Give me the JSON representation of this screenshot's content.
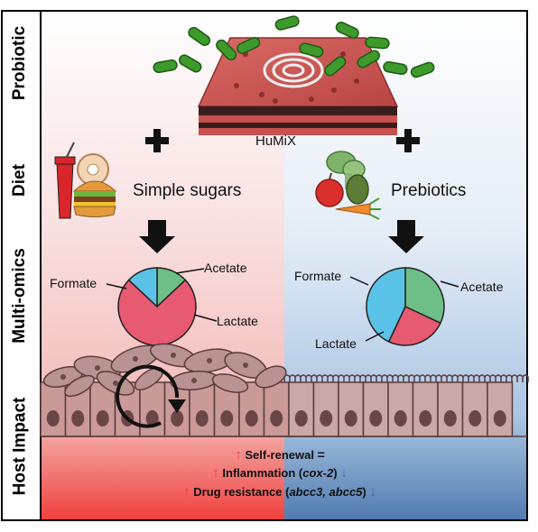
{
  "sidebar": {
    "probiotic": "Probiotic",
    "diet": "Diet",
    "multi_omics": "Multi-omics",
    "host_impact": "Host Impact"
  },
  "device": {
    "label": "HuMiX"
  },
  "left": {
    "diet_label": "Simple sugars",
    "pie": [
      {
        "label": "Acetate",
        "value": 13,
        "color": "#6dbf87"
      },
      {
        "label": "Lactate",
        "value": 74,
        "color": "#e85a72"
      },
      {
        "label": "Formate",
        "value": 13,
        "color": "#5bc2e7"
      }
    ]
  },
  "right": {
    "diet_label": "Prebiotics",
    "pie": [
      {
        "label": "Acetate",
        "value": 32,
        "color": "#6dbf87"
      },
      {
        "label": "Lactate",
        "value": 25,
        "color": "#e85a72"
      },
      {
        "label": "Formate",
        "value": 43,
        "color": "#5bc2e7"
      }
    ]
  },
  "impact": {
    "self_renewal": "Self-renewal",
    "equals": "=",
    "inflammation": "Inflammation (",
    "inflammation_gene": "cox-2",
    "close_paren": ")",
    "drug_resistance": "Drug resistance (",
    "drug_genes": "abcc3, abcc5",
    "up_arrow": "↑",
    "down_arrow": "↓"
  },
  "colors": {
    "left_bg": "#f5c9c9",
    "right_bg": "#c5d8ec",
    "bacteria": "#3f9a2c",
    "device_red": "#c9504e"
  }
}
